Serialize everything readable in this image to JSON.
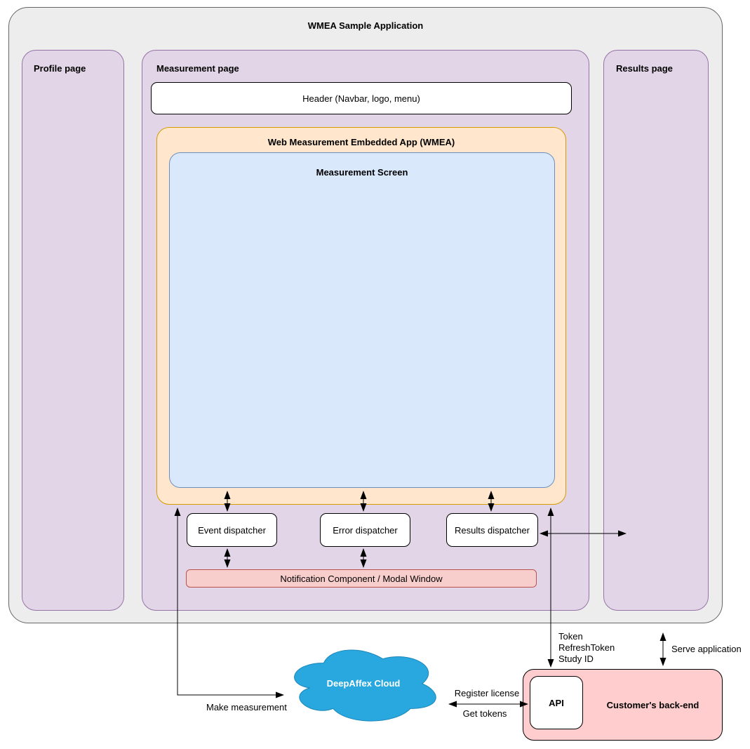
{
  "diagram_title": "WMEA Sample Application",
  "pages": {
    "profile": {
      "label": "Profile page"
    },
    "measurement": {
      "label": "Measurement page",
      "header": "Header (Navbar, logo, menu)",
      "wmea": {
        "label": "Web Measurement Embedded App (WMEA)",
        "screen_label": "Measurement Screen"
      },
      "dispatchers": [
        {
          "label": "Event dispatcher"
        },
        {
          "label": "Error dispatcher"
        },
        {
          "label": "Results dispatcher"
        }
      ],
      "notification": "Notification Component / Modal Window"
    },
    "results": {
      "label": "Results page"
    }
  },
  "external": {
    "cloud": {
      "label": "DeepAffex Cloud"
    },
    "backend": {
      "label": "Customer's back-end",
      "api_label": "API"
    }
  },
  "edge_labels": {
    "token": "Token\nRefreshToken\nStudy ID",
    "serve_application": "Serve application",
    "make_measurement": "Make measurement",
    "register_license": "Register license",
    "get_tokens": "Get tokens"
  },
  "colors": {
    "outer_fill": "#ededed",
    "outer_stroke": "#666666",
    "page_fill": "#e1d5e7",
    "page_stroke": "#9673a6",
    "wmea_fill": "#ffe6cc",
    "wmea_stroke": "#d79b00",
    "screen_fill": "#dae8fc",
    "screen_stroke": "#6c8ebf",
    "notification_fill": "#f8cecc",
    "notification_stroke": "#b85450",
    "backend_fill": "#ffcdcd",
    "cloud_fill": "#29a8e0",
    "edge_stroke": "#000000"
  }
}
